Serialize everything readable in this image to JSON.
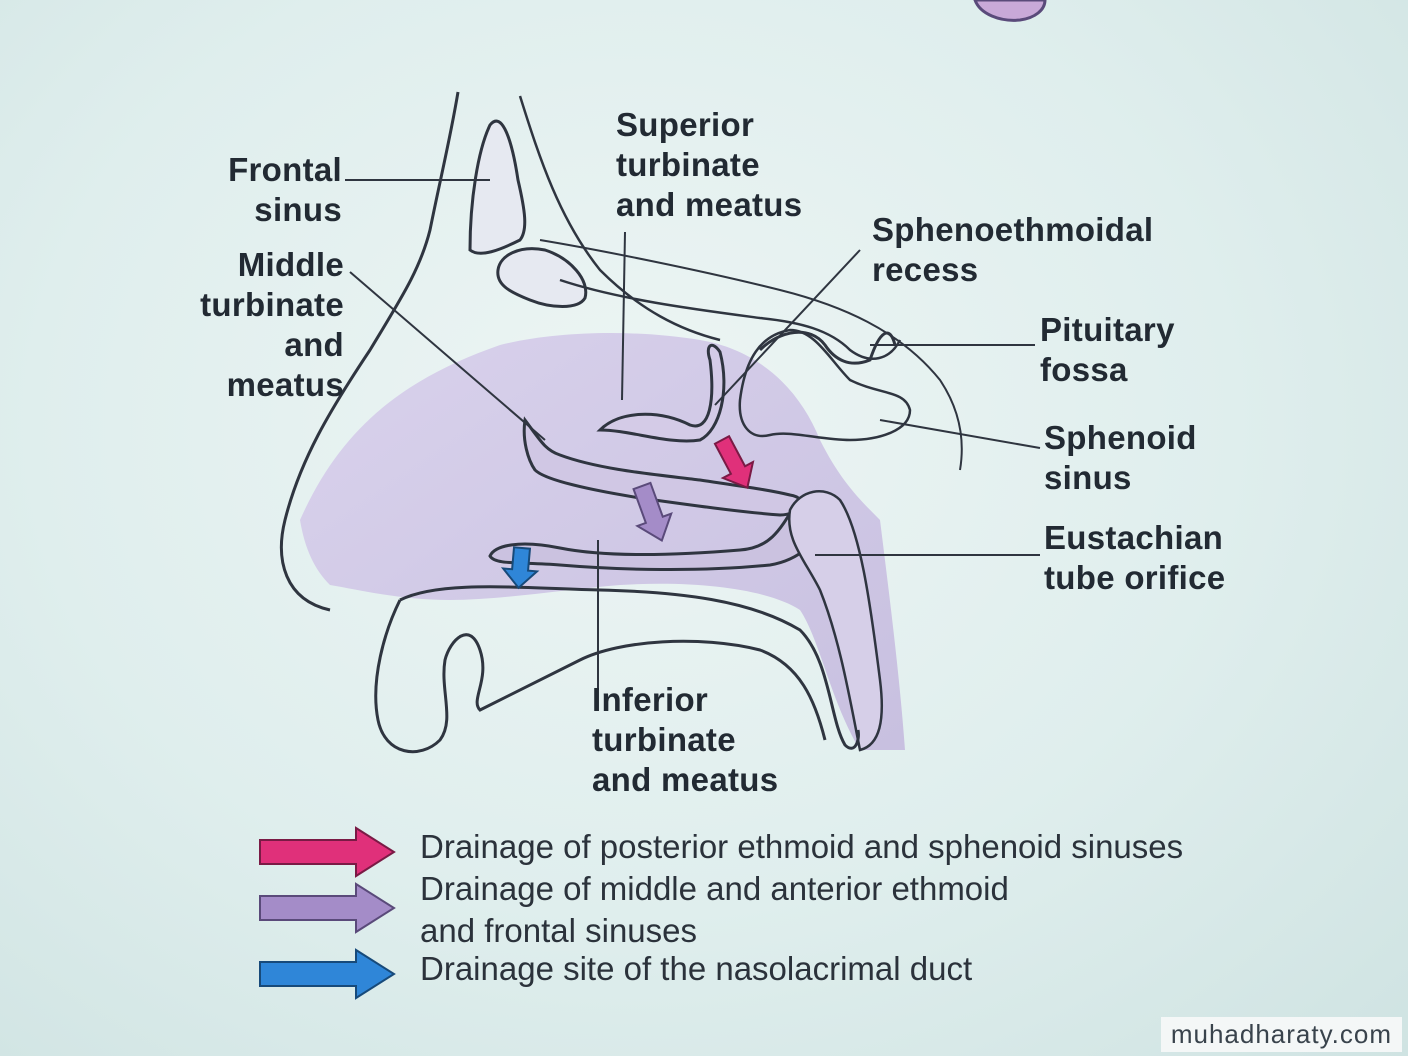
{
  "labels": {
    "frontal_sinus": "Frontal\nsinus",
    "middle_turbinate": "Middle\nturbinate\nand\nmeatus",
    "superior_turbinate": "Superior\nturbinate\nand meatus",
    "sphenoethmoidal_recess": "Sphenoethmoidal\nrecess",
    "pituitary_fossa": "Pituitary\nfossa",
    "sphenoid_sinus": "Sphenoid\nsinus",
    "eustachian_tube": "Eustachian\ntube orifice",
    "inferior_turbinate": "Inferior\nturbinate\nand meatus"
  },
  "legend": [
    {
      "text": "Drainage of posterior ethmoid and sphenoid sinuses",
      "color": "#e0307a"
    },
    {
      "text": "Drainage of middle and anterior ethmoid\nand frontal sinuses",
      "color": "#a48cc8"
    },
    {
      "text": "Drainage site of the nasolacrimal duct",
      "color": "#2f86d8"
    }
  ],
  "colors": {
    "tissue": "#cfc6e4",
    "outline": "#3a3f4a",
    "pink_arrow": "#e0307a",
    "lilac_arrow": "#a48cc8",
    "blue_arrow": "#2f86d8"
  },
  "watermark": "muhadharaty.com"
}
